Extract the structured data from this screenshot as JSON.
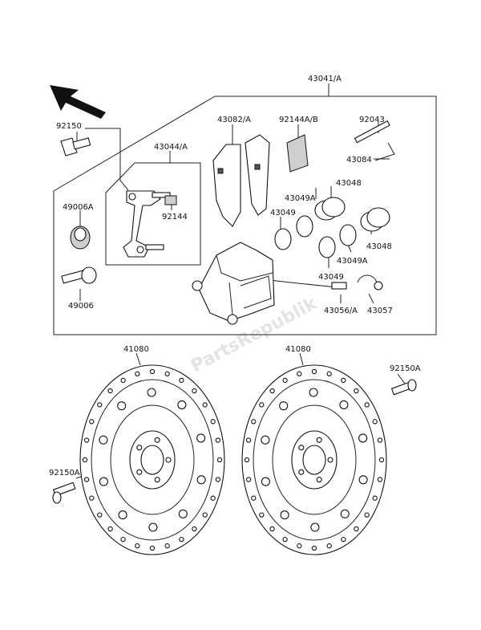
{
  "labels": {
    "l43041A": "43041/A",
    "l92150": "92150",
    "l43082A": "43082/A",
    "l92144AB": "92144A/B",
    "l92043": "92043",
    "l43084": "43084",
    "l43044A": "43044/A",
    "l49006A": "49006A",
    "l92144": "92144",
    "l43048a": "43048",
    "l43049A1": "43049A",
    "l43049a": "43049",
    "l43048b": "43048",
    "l43049b": "43049",
    "l43049A2": "43049A",
    "l49006": "49006",
    "l43056A": "43056/A",
    "l43057": "43057",
    "l41080a": "41080",
    "l41080b": "41080",
    "l92150Aa": "92150A",
    "l92150Ab": "92150A"
  },
  "watermark": "PartsRepublik",
  "icons": {
    "direction": "arrow-icon"
  }
}
